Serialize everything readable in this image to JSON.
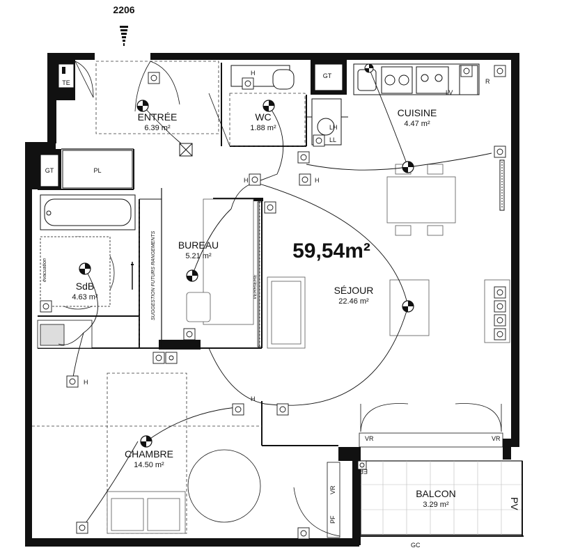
{
  "plan": {
    "unit_number": "2206",
    "total_area": "59,54m²",
    "rooms": [
      {
        "key": "entree",
        "name": "ENTRÉE",
        "area": "6.39 m²"
      },
      {
        "key": "wc",
        "name": "WC",
        "area": "1.88 m²"
      },
      {
        "key": "cuisine",
        "name": "CUISINE",
        "area": "4.47 m²"
      },
      {
        "key": "bureau",
        "name": "BUREAU",
        "area": "5.21 m²"
      },
      {
        "key": "sdb",
        "name": "SdB",
        "area": "4.63 m²"
      },
      {
        "key": "sejour",
        "name": "SÉJOUR",
        "area": "22.46 m²"
      },
      {
        "key": "chambre",
        "name": "CHAMBRE",
        "area": "14.50 m²"
      },
      {
        "key": "balcon",
        "name": "BALCON",
        "area": "3.29 m²"
      }
    ],
    "labels": {
      "te": "TE",
      "gt": "GT",
      "pl": "PL",
      "h": "H",
      "r": "R",
      "lh": "LH",
      "ll": "LL",
      "lv": "LV",
      "pv": "PV",
      "gc": "GC",
      "vr": "VR",
      "pf": "PF",
      "ep": "EP",
      "suggestion": "SUGGESTION FUTURS RANGEMENTS",
      "verriere": "VERRIERE",
      "evacuation": "évacuation"
    },
    "icons": [
      "entry-arrow-icon",
      "ceiling-light-icon",
      "power-outlet-icon",
      "network-outlet-icon",
      "switch-icon",
      "door-swing-icon"
    ]
  }
}
